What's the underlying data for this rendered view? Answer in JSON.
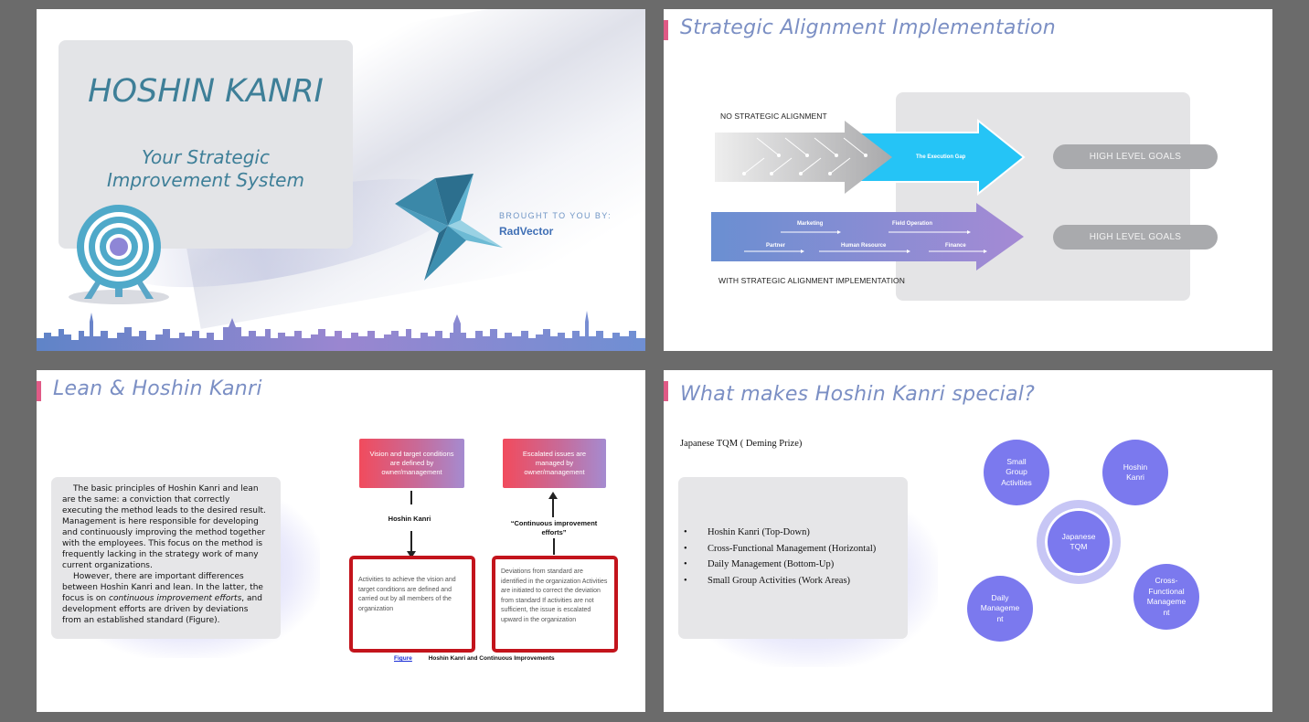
{
  "slide1": {
    "title": "HOSHIN KANRI",
    "subtitle_line1": "Your Strategic",
    "subtitle_line2": "Improvement System",
    "brought_by": "BROUGHT TO YOU BY:",
    "brand": "RadVector"
  },
  "slide2": {
    "title": "Strategic Alignment Implementation",
    "no_alignment": "NO STRATEGIC ALIGNMENT",
    "with_alignment": "WITH STRATEGIC ALIGNMENT IMPLEMENTATION",
    "execution_gap": "The Execution Gap",
    "goal_top": "HIGH LEVEL GOALS",
    "goal_bottom": "HIGH LEVEL GOALS",
    "labels": {
      "marketing": "Marketing",
      "field_operation": "Field Operation",
      "partner": "Partner",
      "human_resource": "Human Resource",
      "finance": "Finance"
    }
  },
  "slide3": {
    "title": "Lean & Hoshin Kanri",
    "para1": "The basic principles of Hoshin Kanri and lean are the same: a conviction  that correctly executing the method leads to the desired result. Management  is here responsible for developing and continuously improving the method  together with the employees. This focus on the method is frequently lacking  in the strategy work of many current organizations.",
    "para2_a": "However, there are important differences between Hoshin Kanri and  lean. In the latter, the focus is on ",
    "para2_em": "continuous improvement efforts",
    "para2_b": ", and development efforts are driven by deviations from an established standard (Figure).",
    "box_left_top": "Vision and target conditions are defined by owner/management",
    "box_right_top": "Escalated issues are managed by owner/management",
    "label_hoshin": "Hoshin Kanri",
    "label_continuous": "“Continuous improvement efforts”",
    "box_left_bottom": "Activities to achieve the vision  and target conditions are defined and carried out by all members  of the organization",
    "box_right_bottom": "Deviations from standard are identified in the organization Activities are initiated to correct the deviation from standard If activities are not sufficient, the issue is escalated upward in the organization",
    "figure_label": "Figure",
    "figure_caption": "Hoshin Kanri and Continuous Improvements"
  },
  "slide4": {
    "title": "What makes Hoshin Kanri special?",
    "tqm": "Japanese TQM ( Deming Prize)",
    "bullets": [
      "Hoshin Kanri (Top-Down)",
      "Cross-Functional Management (Horizontal)",
      "Daily Management (Bottom-Up)",
      "Small Group Activities (Work Areas)"
    ],
    "circles": {
      "small_group": "Small Group Activities",
      "hoshin": "Hoshin Kanri",
      "center": "Japanese TQM",
      "daily": "Daily Manageme nt",
      "cross": "Cross-Functional Manageme nt"
    }
  },
  "colors": {
    "title_blue": "#7b8fc4",
    "accent_pink": "#e05a86",
    "circle_purple": "#7b79ee",
    "red_frame": "#c3141c"
  }
}
